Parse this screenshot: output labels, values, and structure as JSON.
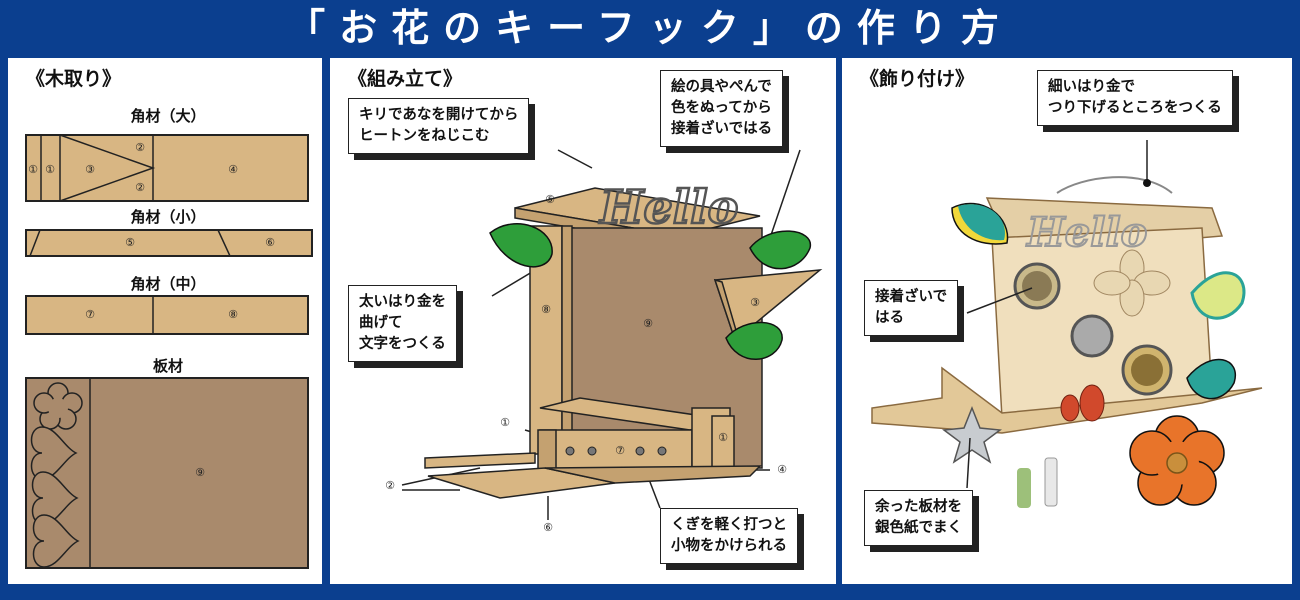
{
  "title": "「お花のキーフック」の作り方",
  "colors": {
    "frame": "#0b3f8f",
    "wood": "#d8b683",
    "board": "#a98a6c",
    "leaf": "#2e9e3a",
    "leaf_teal": "#2aa398",
    "flower": "#e8742a"
  },
  "sections": {
    "cutting": {
      "heading": "《木取り》",
      "large_label": "角材（大）",
      "small_label": "角材（小）",
      "medium_label": "角材（中）",
      "board_label": "板材",
      "pieces": {
        "p1": "①",
        "p2": "②",
        "p3": "③",
        "p4": "④",
        "p5": "⑤",
        "p6": "⑥",
        "p7": "⑦",
        "p8": "⑧",
        "p9": "⑨"
      }
    },
    "assembly": {
      "heading": "《組み立て》",
      "callout_drill": [
        "キリであなを開けてから",
        "ヒートンをねじこむ"
      ],
      "callout_paint": [
        "絵の具やぺんで",
        "色をぬってから",
        "接着ざいではる"
      ],
      "callout_wire": [
        "太いはり金を",
        "曲げて",
        "文字をつくる"
      ],
      "callout_nail": [
        "くぎを軽く打つと",
        "小物をかけられる"
      ],
      "hello_text": "Hello"
    },
    "decorating": {
      "heading": "《飾り付け》",
      "callout_hang": [
        "細いはり金で",
        "つり下げるところをつくる"
      ],
      "callout_glue": [
        "接着ざいで",
        "はる"
      ],
      "callout_foil": [
        "余った板材を",
        "銀色紙でまく"
      ],
      "hello_text": "Hello"
    }
  }
}
